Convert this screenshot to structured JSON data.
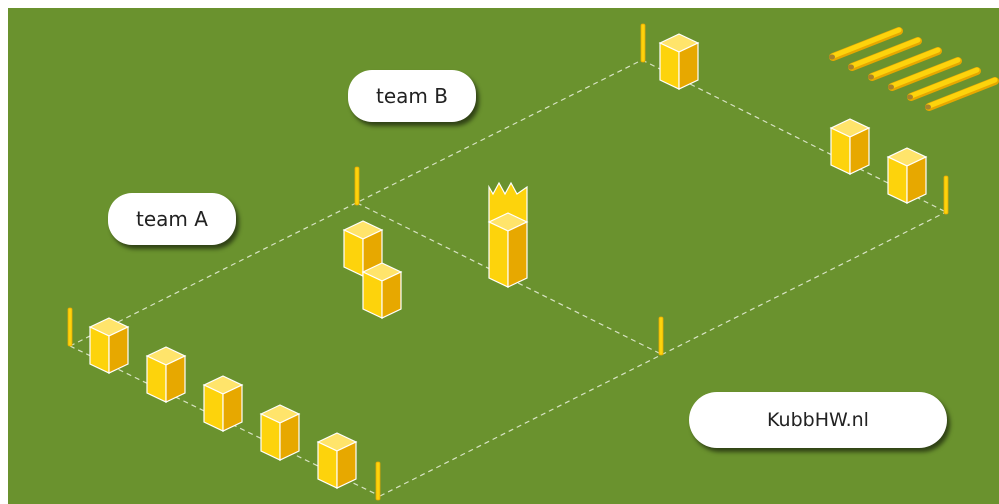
{
  "labels": {
    "team_b": "team B",
    "team_a": "team A",
    "website": "KubbHW.nl"
  },
  "colors": {
    "field": "#6a922e",
    "kubb_front": "#fdd30c",
    "kubb_side": "#e7a800",
    "kubb_top": "#ffe46b",
    "lines": "#d8e3c4",
    "label_bg": "#ffffff"
  },
  "pieces": {
    "king": "king-crown-icon",
    "kubb": "kubb-block-icon",
    "stake": "corner-stake-icon",
    "baton": "throwing-baton-icon"
  }
}
